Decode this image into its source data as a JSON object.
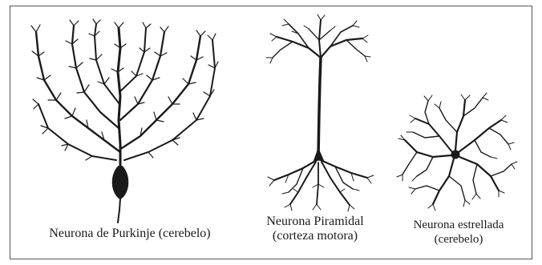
{
  "neurons": [
    {
      "id": "purkinje",
      "lines": [
        "Neurona de Purkinje (cerebelo)"
      ]
    },
    {
      "id": "piramidal",
      "lines": [
        "Neurona Piramidal",
        "(corteza motora)"
      ]
    },
    {
      "id": "estrellada",
      "lines": [
        "Neurona estrellada",
        "(cerebelo)"
      ]
    }
  ],
  "colors": {
    "ink": "#1a1a1a",
    "border": "#555555",
    "background": "#ffffff"
  }
}
